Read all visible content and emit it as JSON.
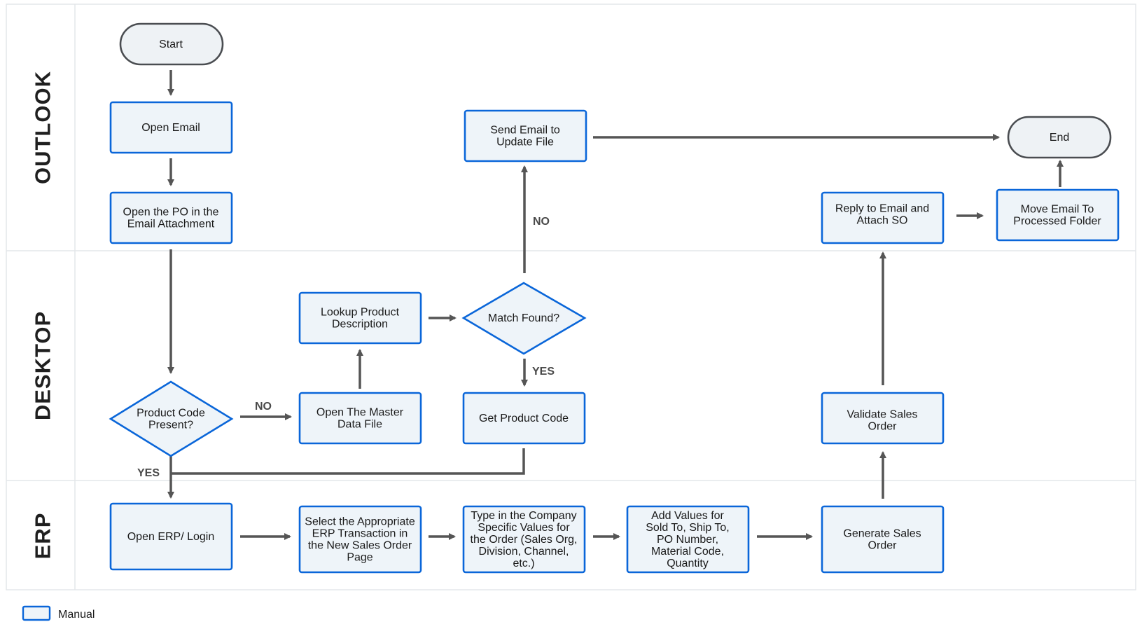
{
  "lanes": [
    {
      "id": "outlook",
      "label": "OUTLOOK"
    },
    {
      "id": "desktop",
      "label": "DESKTOP"
    },
    {
      "id": "erp",
      "label": "ERP"
    }
  ],
  "nodes": {
    "start": {
      "label": "Start",
      "kind": "terminal"
    },
    "open_email": {
      "label": "Open Email",
      "kind": "manual"
    },
    "open_po": {
      "label": "Open the PO in the\nEmail Attachment",
      "kind": "manual"
    },
    "product_code_present": {
      "label": "Product Code\nPresent?",
      "kind": "decision"
    },
    "open_master": {
      "label": "Open The Master\nData File",
      "kind": "manual"
    },
    "lookup_desc": {
      "label": "Lookup Product\nDescription",
      "kind": "manual"
    },
    "match_found": {
      "label": "Match Found?",
      "kind": "decision"
    },
    "send_email": {
      "label": "Send Email to\nUpdate File",
      "kind": "manual"
    },
    "get_code": {
      "label": "Get Product Code",
      "kind": "manual"
    },
    "open_erp": {
      "label": "Open ERP/ Login",
      "kind": "manual"
    },
    "select_erp": {
      "label": "Select the Appropriate\nERP Transaction in\nthe New Sales Order\nPage",
      "kind": "manual"
    },
    "type_values": {
      "label": "Type in the Company\nSpecific Values for\nthe Order (Sales Org,\nDivision, Channel,\netc.)",
      "kind": "manual"
    },
    "add_values": {
      "label": "Add Values for\nSold To, Ship To,\nPO Number,\nMaterial Code,\nQuantity",
      "kind": "manual"
    },
    "generate_so": {
      "label": "Generate Sales\nOrder",
      "kind": "manual"
    },
    "validate_so": {
      "label": "Validate Sales\nOrder",
      "kind": "manual"
    },
    "reply_email": {
      "label": "Reply to Email and\nAttach SO",
      "kind": "manual"
    },
    "move_email": {
      "label": "Move Email To\nProcessed Folder",
      "kind": "manual"
    },
    "end": {
      "label": "End",
      "kind": "terminal"
    }
  },
  "edge_labels": {
    "no_1": "NO",
    "yes_1": "YES",
    "no_2": "NO",
    "yes_2": "YES"
  },
  "legend": {
    "label": "Manual"
  },
  "colors": {
    "manual_border": "#0a66d9",
    "terminal_border": "#4a4d51",
    "arrow": "#555555"
  }
}
